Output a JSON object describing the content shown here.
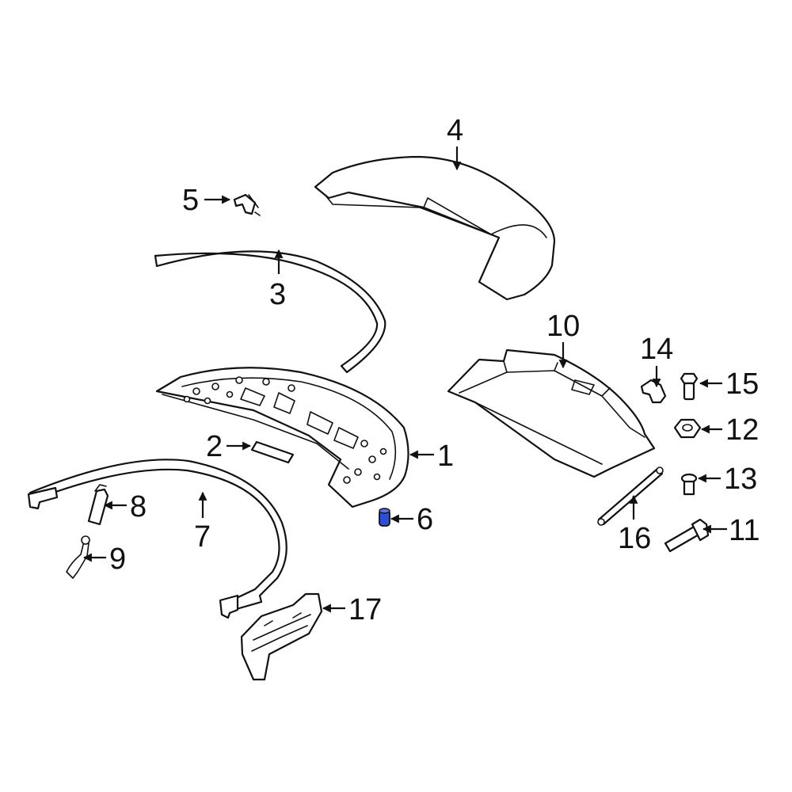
{
  "callouts": {
    "c1": "1",
    "c2": "2",
    "c3": "3",
    "c4": "4",
    "c5": "5",
    "c6": "6",
    "c7": "7",
    "c8": "8",
    "c9": "9",
    "c10": "10",
    "c11": "11",
    "c12": "12",
    "c13": "13",
    "c14": "14",
    "c15": "15",
    "c16": "16",
    "c17": "17"
  },
  "colors": {
    "line": "#111111",
    "highlight": "#2e4ed8",
    "background": "#ffffff"
  }
}
